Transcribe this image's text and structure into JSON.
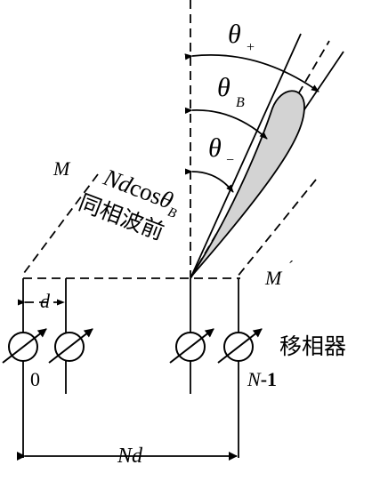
{
  "angles": {
    "theta": "θ",
    "plus_sub": "+",
    "b_sub": "B",
    "minus_sub": "−"
  },
  "wavefront": {
    "m_left": "M",
    "m_right": "M",
    "m_right_prime": "´",
    "nd_prefix": "Nd",
    "cos": "cos",
    "theta": "θ",
    "b_sub": "B",
    "label": "同相波前"
  },
  "element_spacing": "d",
  "array_length": "Nd",
  "element_first_index": "0",
  "element_last_index_n": "N",
  "element_last_index_rest": "-1",
  "phase_shifter_label": "移相器",
  "colors": {
    "beam_fill": "#d3d3d3",
    "line": "#000000"
  }
}
